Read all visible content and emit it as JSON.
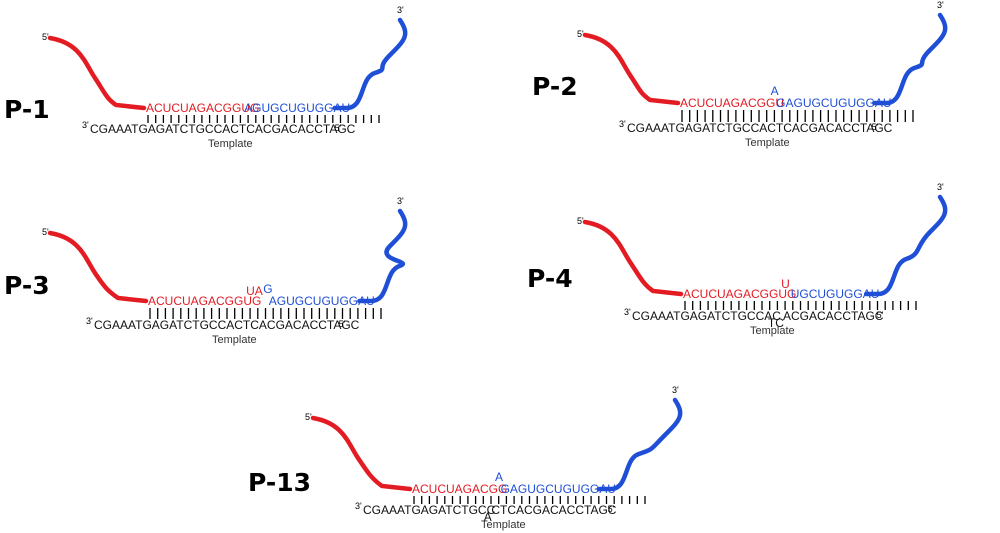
{
  "colors": {
    "red": "#e31b23",
    "blue": "#1f4fd6",
    "black": "#111111"
  },
  "common": {
    "five_prime": "5'",
    "three_prime": "3'",
    "template_label": "Template",
    "template_sequence": "CGAAATGAGATCTGCCACTCACGACACCTAGC"
  },
  "panels": [
    {
      "label": "P-1",
      "red_seq": "ACUCUAGACGGUG",
      "insert": "",
      "blue_seq": "AGUGCUGUGGAU",
      "template_left": "CGAAATGAGATCTGCCACTCACGACACCTAGC",
      "template_bulge": "",
      "template_right": ""
    },
    {
      "label": "P-2",
      "red_seq": "ACUCUAGACGGU",
      "insert": "A",
      "blue_seq": "GAGUGCUGUGGAU",
      "template_left": "CGAAATGAGATCTGCCACTCACGACACCTAGC",
      "template_bulge": "",
      "template_right": ""
    },
    {
      "label": "P-3",
      "red_seq": "ACUCUAGACGGUG",
      "insert_red": "UA",
      "insert": "G",
      "blue_seq": "AGUGCUGUGGAU",
      "template_left": "CGAAATGAGATCTGCCACTCACGACACCTAGC",
      "template_bulge": "",
      "template_right": ""
    },
    {
      "label": "P-4",
      "red_seq": "ACUCUAGACGGUG",
      "insert_red": "U",
      "insert": "",
      "blue_seq": "UGCUGUGGAU",
      "template_left": "CGAAATGAGATCTGCCAC",
      "template_bulge": "TC",
      "template_right": "ACGACACCTAGC"
    },
    {
      "label": "P-13",
      "red_seq": "ACUCUAGACGG",
      "insert": "A",
      "blue_seq": "GAGUGCUGUGGAU",
      "template_left": "CGAAATGAGATCTGCC",
      "template_bulge": "A",
      "template_right": "CTCACGACACCTAGC"
    }
  ]
}
